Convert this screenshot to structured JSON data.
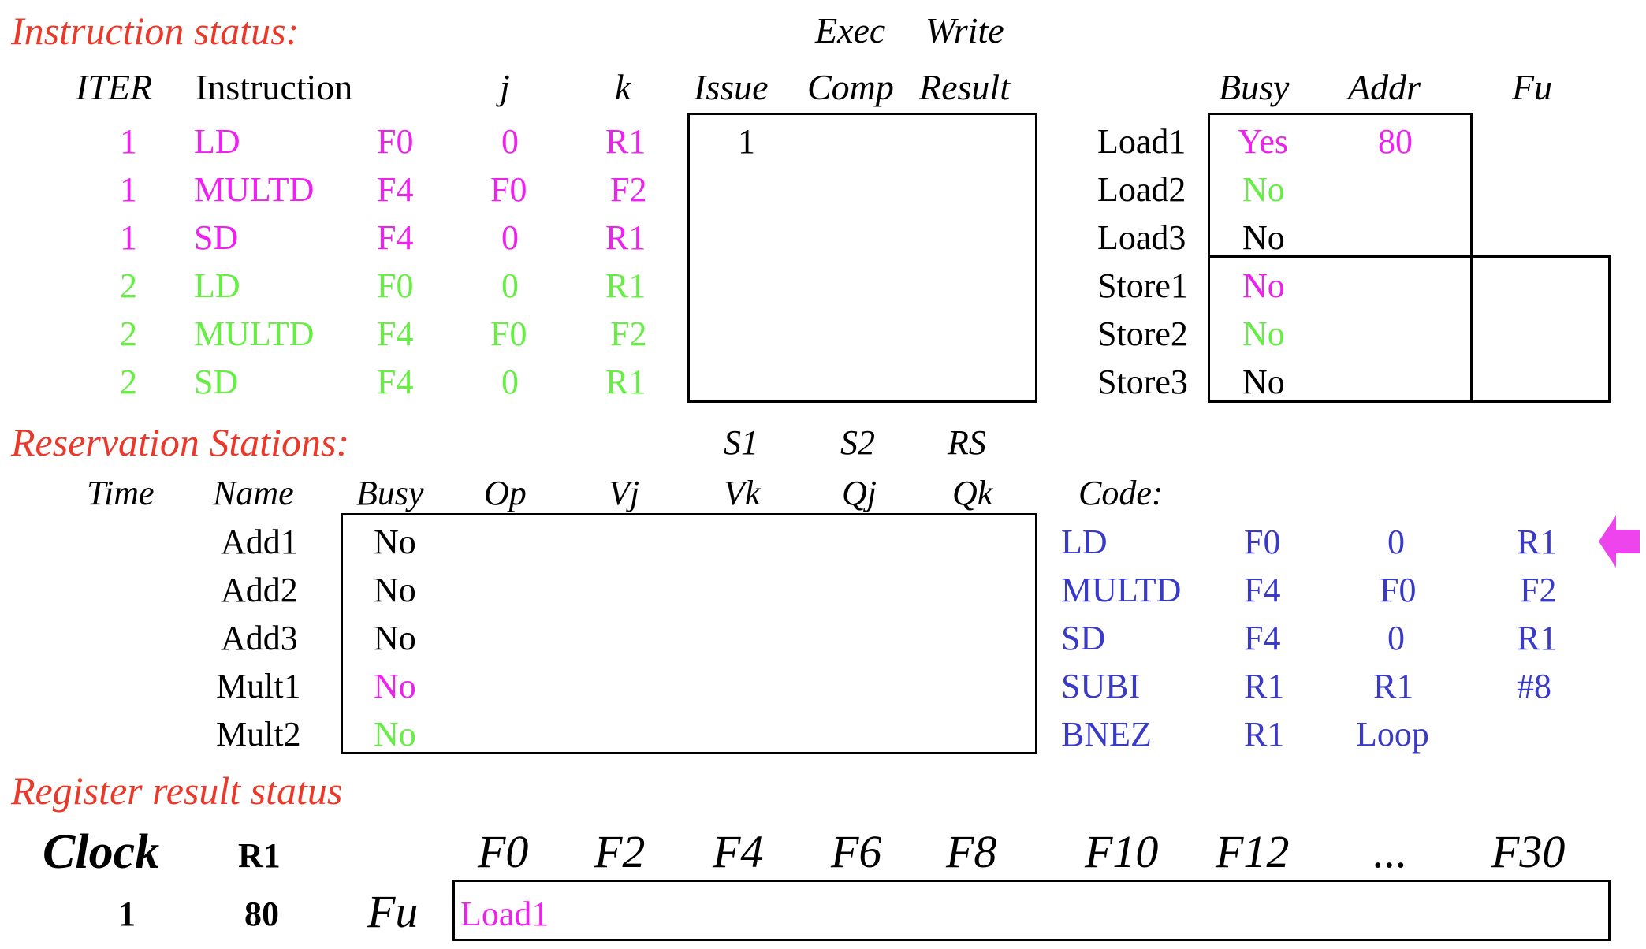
{
  "instruction_status": {
    "title": "Instruction status:",
    "super_exec": "Exec",
    "super_write": "Write",
    "headers": {
      "iter": "ITER",
      "instruction": "Instruction",
      "j": "j",
      "k": "k",
      "issue": "Issue",
      "comp": "Comp",
      "result": "Result"
    },
    "rows": [
      {
        "iter": "1",
        "op": "LD",
        "dest": "F0",
        "j": "0",
        "k": "R1",
        "issue": "1"
      },
      {
        "iter": "1",
        "op": "MULTD",
        "dest": "F4",
        "j": "F0",
        "k": "F2",
        "issue": ""
      },
      {
        "iter": "1",
        "op": "SD",
        "dest": "F4",
        "j": "0",
        "k": "R1",
        "issue": ""
      },
      {
        "iter": "2",
        "op": "LD",
        "dest": "F0",
        "j": "0",
        "k": "R1",
        "issue": ""
      },
      {
        "iter": "2",
        "op": "MULTD",
        "dest": "F4",
        "j": "F0",
        "k": "F2",
        "issue": ""
      },
      {
        "iter": "2",
        "op": "SD",
        "dest": "F4",
        "j": "0",
        "k": "R1",
        "issue": ""
      }
    ]
  },
  "load_store_buffers": {
    "headers": {
      "busy": "Busy",
      "addr": "Addr",
      "fu": "Fu"
    },
    "rows": [
      {
        "name": "Load1",
        "busy": "Yes",
        "addr": "80",
        "color": "#ee22ee"
      },
      {
        "name": "Load2",
        "busy": "No",
        "addr": "",
        "color": "#66ee44"
      },
      {
        "name": "Load3",
        "busy": "No",
        "addr": "",
        "color": "#000000"
      },
      {
        "name": "Store1",
        "busy": "No",
        "addr": "",
        "color": "#ee22ee"
      },
      {
        "name": "Store2",
        "busy": "No",
        "addr": "",
        "color": "#66ee44"
      },
      {
        "name": "Store3",
        "busy": "No",
        "addr": "",
        "color": "#000000"
      }
    ]
  },
  "reservation_stations": {
    "title": "Reservation Stations:",
    "super_s1": "S1",
    "super_s2": "S2",
    "super_rs": "RS",
    "headers": {
      "time": "Time",
      "name": "Name",
      "busy": "Busy",
      "op": "Op",
      "vj": "Vj",
      "vk": "Vk",
      "qj": "Qj",
      "qk": "Qk"
    },
    "rows": [
      {
        "name": "Add1",
        "busy": "No",
        "color": "#000000"
      },
      {
        "name": "Add2",
        "busy": "No",
        "color": "#000000"
      },
      {
        "name": "Add3",
        "busy": "No",
        "color": "#000000"
      },
      {
        "name": "Mult1",
        "busy": "No",
        "color": "#ee22ee"
      },
      {
        "name": "Mult2",
        "busy": "No",
        "color": "#66ee44"
      }
    ]
  },
  "code": {
    "label": "Code:",
    "lines": [
      [
        "LD",
        "F0",
        "0",
        "R1"
      ],
      [
        "MULTD",
        "F4",
        "F0",
        "F2"
      ],
      [
        "SD",
        "F4",
        "0",
        "R1"
      ],
      [
        "SUBI",
        "R1",
        "R1",
        "#8"
      ],
      [
        "BNEZ",
        "R1",
        "Loop",
        ""
      ]
    ],
    "pointer_icon": "arrow-left-icon"
  },
  "register_result_status": {
    "title": "Register result status",
    "clock_label": "Clock",
    "clock_value": "1",
    "r1_label": "R1",
    "r1_value": "80",
    "fu_label": "Fu",
    "registers": [
      "F0",
      "F2",
      "F4",
      "F6",
      "F8",
      "F10",
      "F12",
      "...",
      "F30"
    ],
    "fu_values": [
      "Load1",
      "",
      "",
      "",
      "",
      "",
      "",
      "",
      ""
    ]
  },
  "colors": {
    "title_red": "#e8392b",
    "iter1_magenta": "#ee22ee",
    "iter2_green": "#66ee44",
    "code_blue": "#3a3ac8"
  }
}
